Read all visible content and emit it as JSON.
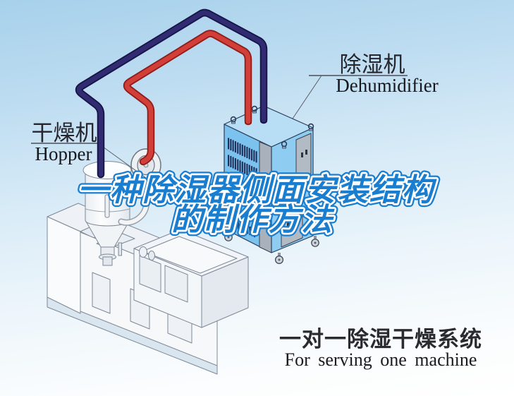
{
  "labels": {
    "hopper": {
      "zh": "干燥机",
      "en": "Hopper"
    },
    "dehumidifier": {
      "zh": "除湿机",
      "en": "Dehumidifier"
    }
  },
  "title": {
    "line1": "一种除湿器侧面安装结构",
    "line2": "的制作方法"
  },
  "caption": {
    "zh": "一对一除湿干燥系统",
    "en": "For serving one machine"
  },
  "colors": {
    "title_blue": "#1a7ed0",
    "title_stroke": "#ffffff",
    "hot_pipe_red": "#d23f38",
    "hot_pipe_edge": "#8f1d1a",
    "return_pipe_navy": "#312b72",
    "return_pipe_edge": "#171447",
    "dehumidifier_side": "#7cc2ee",
    "dehumidifier_front": "#8fccf1",
    "dehumidifier_top": "#b7def5",
    "vent_dark": "#20305a",
    "sky_top": "#a7d1eb"
  }
}
